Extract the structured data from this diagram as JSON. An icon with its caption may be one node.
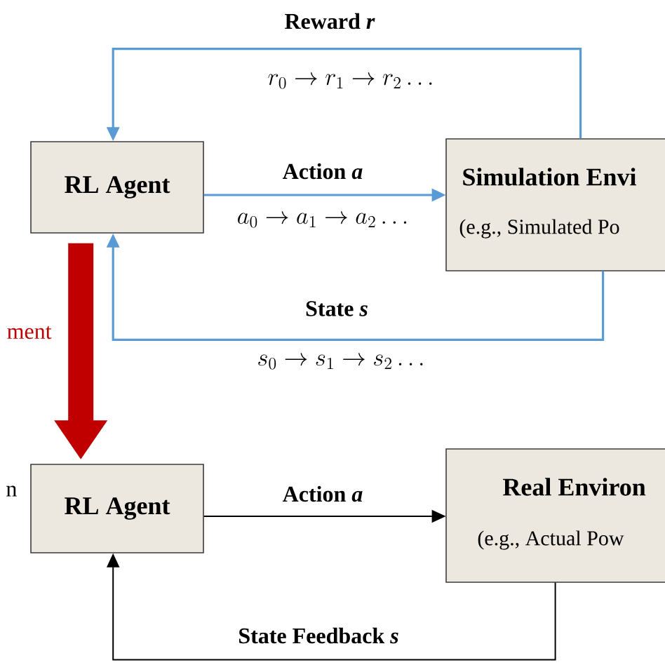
{
  "diagram": {
    "nodes": [
      {
        "text": [
          "RL Agent"
        ]
      },
      {
        "text": [
          "Simulation Envi",
          "(e.g., Simulated Po"
        ]
      },
      {
        "text": [
          "RL Agent"
        ]
      },
      {
        "text": [
          "Real Environ",
          "(e.g., Actual Pow"
        ]
      }
    ],
    "edges": [
      {
        "from": 1,
        "to": 0,
        "arrow": "to",
        "label": "Reward *r*",
        "color": "#5b9bd5"
      },
      {
        "from": 0,
        "to": 1,
        "arrow": "to",
        "label": "Action *a*",
        "color": "#5b9bd5"
      },
      {
        "from": 1,
        "to": 0,
        "arrow": "to",
        "label": "State *s*",
        "color": "#5b9bd5"
      },
      {
        "from": 0,
        "to": 2,
        "arrow": "to",
        "label": "ment",
        "style": "thick",
        "color": "#c00000"
      },
      {
        "from": 2,
        "to": 3,
        "arrow": "to",
        "label": "Action *a*",
        "color": "#000000"
      },
      {
        "from": 3,
        "to": 2,
        "arrow": "to",
        "label": "State Feedback *s*",
        "color": "#000000"
      }
    ],
    "labels": [
      "r_0 \\to r_1 \\to r_2 \\dots",
      "a_0 \\to a_1 \\to a_2 \\dots",
      "s_0 \\to s_1 \\to s_2 \\dots",
      "n"
    ]
  }
}
